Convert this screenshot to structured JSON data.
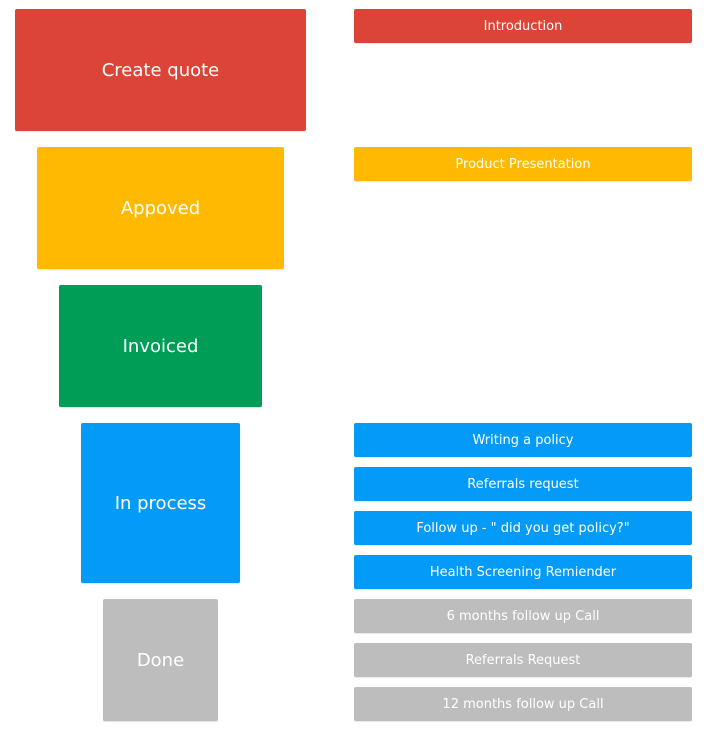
{
  "colors": {
    "red": "#DB4437",
    "yellow": "#FFB900",
    "green": "#009D57",
    "blue": "#039BF7",
    "gray": "#BDBDBD"
  },
  "stages": [
    {
      "label": "Create quote",
      "color": "#DB4437"
    },
    {
      "label": "Appoved",
      "color": "#FFB900"
    },
    {
      "label": "Invoiced",
      "color": "#009D57"
    },
    {
      "label": "In process",
      "color": "#039BF7"
    },
    {
      "label": "Done",
      "color": "#BDBDBD"
    }
  ],
  "tasks": [
    {
      "label": "Introduction",
      "color": "#DB4437"
    },
    {
      "label": "Product Presentation",
      "color": "#FFB900"
    },
    {
      "label": "Writing a policy",
      "color": "#039BF7"
    },
    {
      "label": "Referrals request",
      "color": "#039BF7"
    },
    {
      "label": "Follow up - \" did you get policy?\"",
      "color": "#039BF7"
    },
    {
      "label": "Health Screening Remiender",
      "color": "#039BF7"
    },
    {
      "label": "6 months follow up Call",
      "color": "#BDBDBD"
    },
    {
      "label": "Referrals Request",
      "color": "#BDBDBD"
    },
    {
      "label": "12 months follow up Call",
      "color": "#BDBDBD"
    }
  ]
}
